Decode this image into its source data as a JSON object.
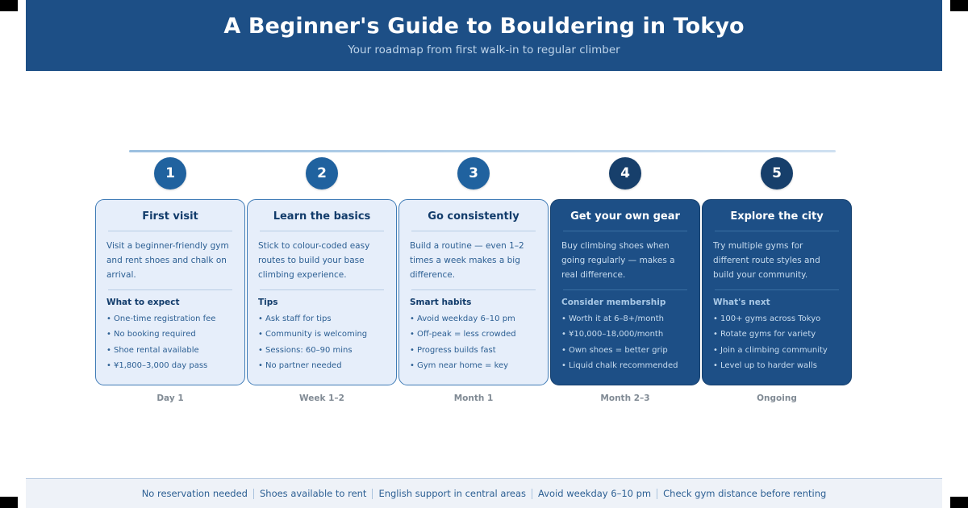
{
  "header": {
    "title": "A Beginner's Guide to Bouldering in Tokyo",
    "subtitle": "Your roadmap from first walk-in to regular climber",
    "background_color": "#1d4f86",
    "title_color": "#ffffff",
    "subtitle_color": "#bed4ea"
  },
  "theme": {
    "accent_blue": "#20629f",
    "deep_blue": "#1d4f86",
    "light_card_bg": "#e6eefa",
    "light_card_border": "#3f7bb6",
    "body_text_blue": "#2c5f93",
    "heading_blue": "#123c6b",
    "timeline_label_gray": "#808a94",
    "footer_bg": "#eef2f8",
    "page_bg": "#ffffff"
  },
  "steps": [
    {
      "number": "1",
      "title": "First visit",
      "description": "Visit a beginner-friendly gym and rent shoes and chalk on arrival.",
      "subheading": "What to expect",
      "bullets": [
        "One-time registration fee",
        "No booking required",
        "Shoe rental available",
        "¥1,800–3,000 day pass"
      ],
      "timeline_label": "Day 1",
      "style": "light"
    },
    {
      "number": "2",
      "title": "Learn the basics",
      "description": "Stick to colour-coded easy routes to build your base climbing experience.",
      "subheading": "Tips",
      "bullets": [
        "Ask staff for tips",
        "Community is welcoming",
        "Sessions: 60–90 mins",
        "No partner needed"
      ],
      "timeline_label": "Week 1–2",
      "style": "light"
    },
    {
      "number": "3",
      "title": "Go consistently",
      "description": "Build a routine — even 1–2 times a week makes a big difference.",
      "subheading": "Smart habits",
      "bullets": [
        "Avoid weekday 6–10 pm",
        "Off-peak = less crowded",
        "Progress builds fast",
        "Gym near home = key"
      ],
      "timeline_label": "Month 1",
      "style": "light"
    },
    {
      "number": "4",
      "title": "Get your own gear",
      "description": "Buy climbing shoes when going regularly — makes a real difference.",
      "subheading": "Consider membership",
      "bullets": [
        "Worth it at 6–8+/month",
        "¥10,000–18,000/month",
        "Own shoes = better grip",
        "Liquid chalk recommended"
      ],
      "timeline_label": "Month 2–3",
      "style": "dark"
    },
    {
      "number": "5",
      "title": "Explore the city",
      "description": "Try multiple gyms for different route styles and build your community.",
      "subheading": "What's next",
      "bullets": [
        "100+ gyms across Tokyo",
        "Rotate gyms for variety",
        "Join a climbing community",
        "Level up to harder walls"
      ],
      "timeline_label": "Ongoing",
      "style": "dark"
    }
  ],
  "footer": {
    "items": [
      "No reservation needed",
      "Shoes available to rent",
      "English support in central areas",
      "Avoid weekday 6–10 pm",
      "Check gym distance before renting"
    ]
  }
}
